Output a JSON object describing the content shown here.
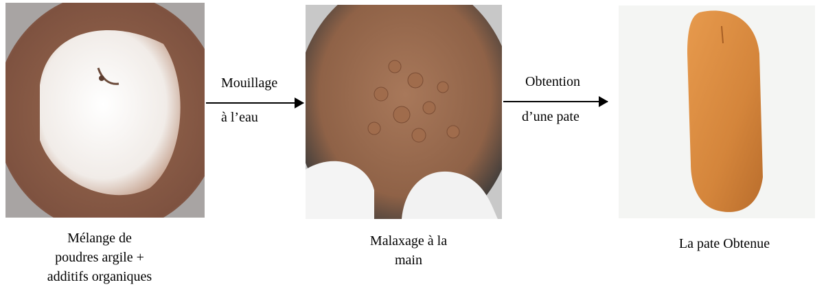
{
  "steps": [
    {
      "caption_lines": [
        "Mélange de",
        "poudres argile +",
        "additifs organiques"
      ]
    },
    {
      "caption_lines": [
        "Malaxage à la",
        "main"
      ]
    },
    {
      "caption_lines": [
        "La pate Obtenue"
      ]
    }
  ],
  "arrows": [
    {
      "line1": "Mouillage",
      "line2": "à l’eau"
    },
    {
      "line1": "Obtention",
      "line2": "d’une pate"
    }
  ],
  "colors": {
    "clay_brown": "#8b5a3c",
    "powder_white": "#f4f1ee",
    "paste_orange": "#d98a3f",
    "arrow": "#000000"
  }
}
